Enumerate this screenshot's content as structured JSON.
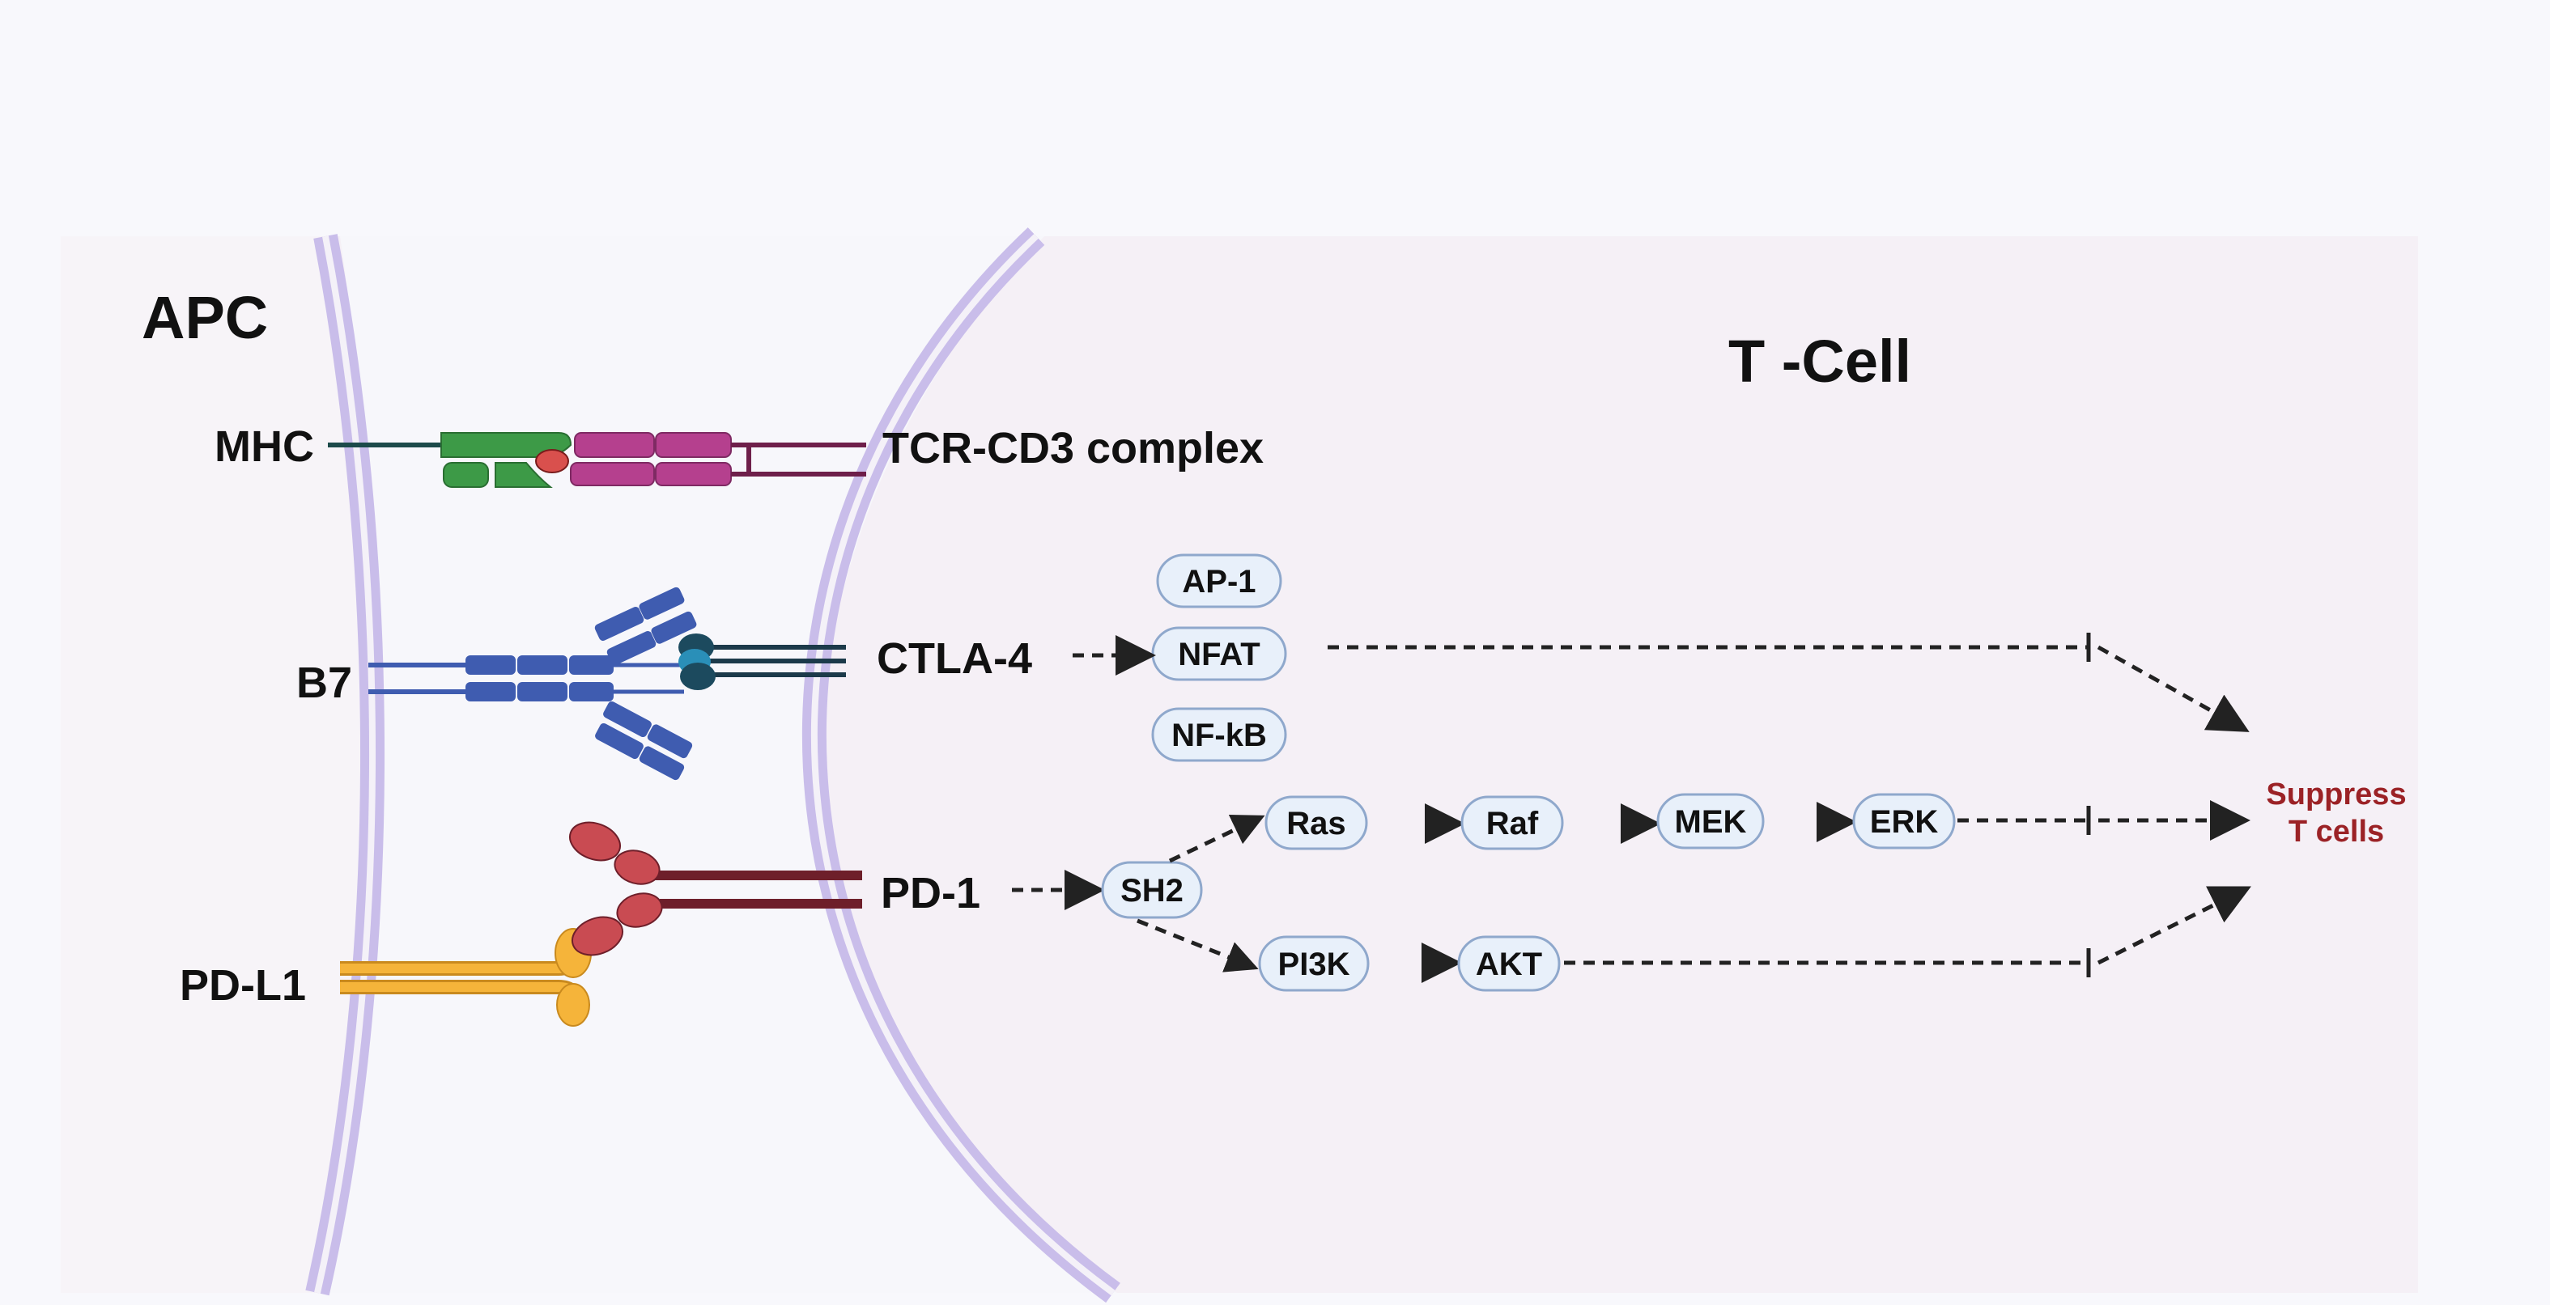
{
  "labels": {
    "apc": "APC",
    "tcell": "T -Cell",
    "mhc": "MHC",
    "tcr": "TCR-CD3 complex",
    "b7": "B7",
    "ctla4": "CTLA-4",
    "pdl1": "PD-L1",
    "pd1": "PD-1"
  },
  "nodes": {
    "ap1": "AP-1",
    "nfat": "NFAT",
    "nfkb": "NF-kB",
    "sh2": "SH2",
    "ras": "Ras",
    "raf": "Raf",
    "mek": "MEK",
    "erk": "ERK",
    "pi3k": "PI3K",
    "akt": "AKT"
  },
  "outcome": {
    "line1": "Suppress",
    "line2": "T cells"
  },
  "colors": {
    "background": "#f8f8fc",
    "panel": "#f5f0f6",
    "membrane": "#c9bdea",
    "mhc": "#3d9a47",
    "tcr": "#b5408e",
    "b7": "#3f5cb0",
    "ctla4": "#1c4a5e",
    "pdl1": "#f5b43a",
    "pd1": "#6e1f2a",
    "pd1_head": "#c94b52",
    "outcome": "#9b2226",
    "node_fill": "#e8f0fa",
    "node_stroke": "#8fa8cc"
  }
}
